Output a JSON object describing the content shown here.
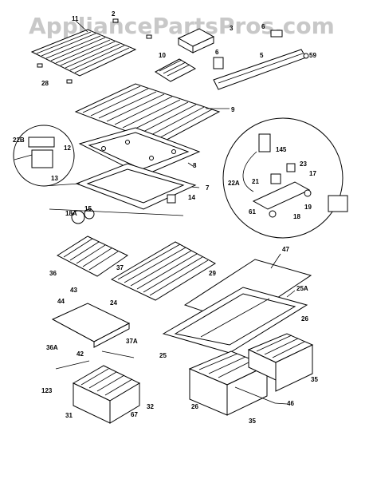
{
  "watermark": "AppliancePartsPros.com",
  "callouts": {
    "c11": "11",
    "c2": "2",
    "c3": "3",
    "c6": "6",
    "c5": "5",
    "c59": "59",
    "c28": "28",
    "c10": "10",
    "c6b": "6",
    "c9": "9",
    "c22b": "22B",
    "c12": "12",
    "c13": "13",
    "c8": "8",
    "c7": "7",
    "c14": "14",
    "c18a": "18A",
    "c15": "15",
    "c145": "145",
    "c23": "23",
    "c22a": "22A",
    "c21": "21",
    "c17": "17",
    "c19": "19",
    "c61": "61",
    "c18": "18",
    "c47": "47",
    "c36": "36",
    "c37": "37",
    "c29": "29",
    "c24": "24",
    "c25a": "25A",
    "c43": "43",
    "c44": "44",
    "c26": "26",
    "c36a": "36A",
    "c37a": "37A",
    "c25": "25",
    "c42": "42",
    "c35": "35",
    "c123": "123",
    "c46": "46",
    "c32": "32",
    "c26b": "26",
    "c31": "31",
    "c67": "67",
    "c35b": "35"
  }
}
